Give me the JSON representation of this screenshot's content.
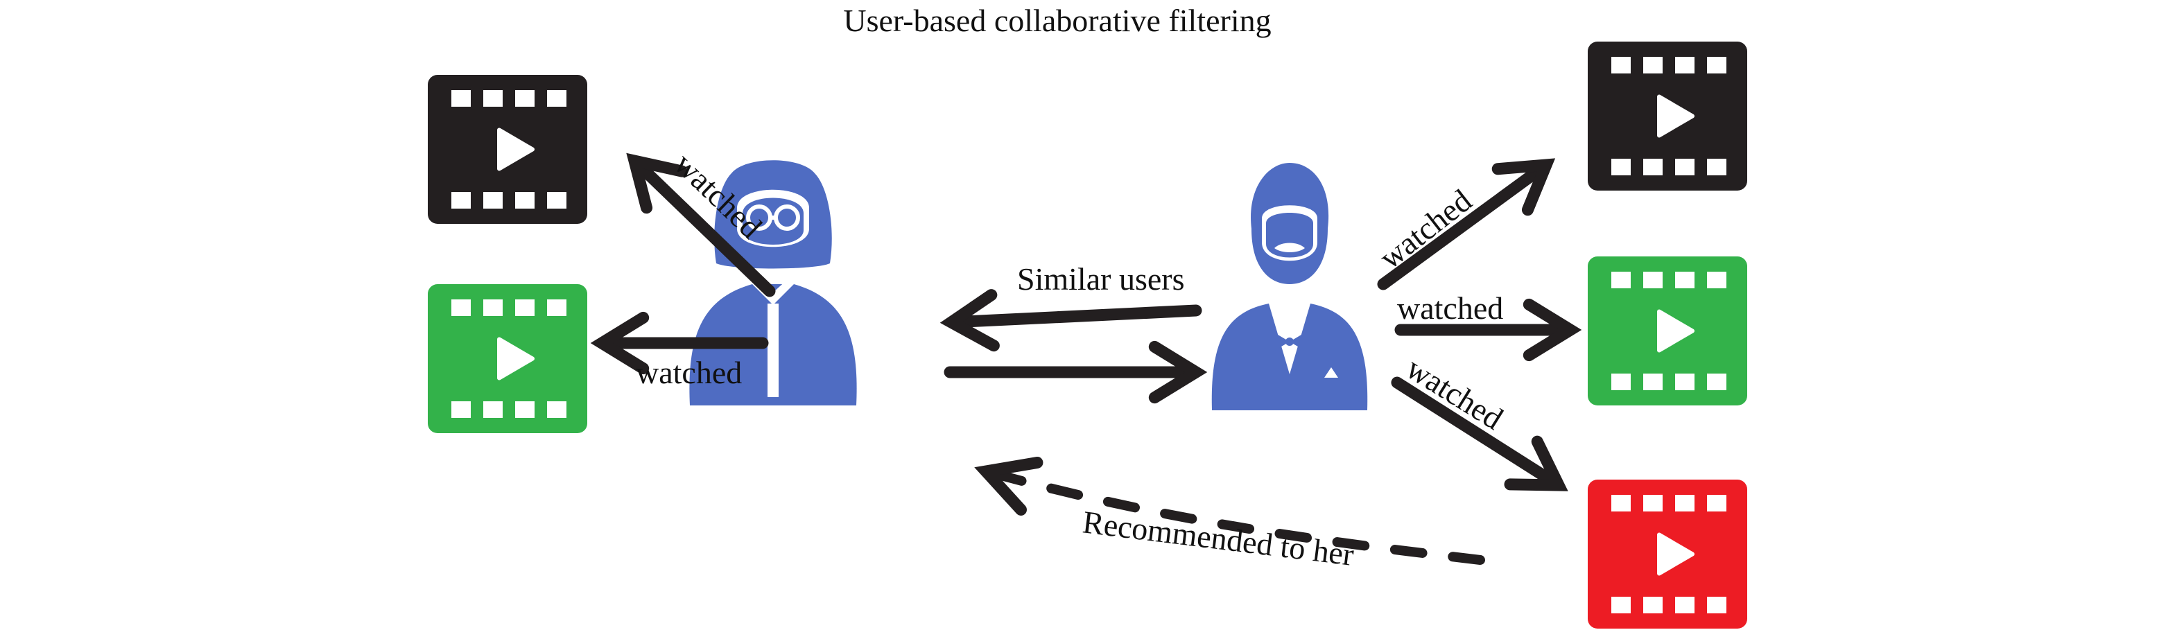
{
  "title": "User-based collaborative filtering",
  "labels": {
    "watched": "watched",
    "similar_users": "Similar users",
    "recommended": "Recommended to her"
  },
  "users": {
    "left": {
      "icon": "woman-user-icon",
      "color": "#4f6cc2"
    },
    "right": {
      "icon": "man-user-icon",
      "color": "#4f6cc2"
    }
  },
  "movies": {
    "left": [
      {
        "icon": "film-icon",
        "color": "#231f20"
      },
      {
        "icon": "film-icon",
        "color": "#33b24a"
      }
    ],
    "right": [
      {
        "icon": "film-icon",
        "color": "#231f20"
      },
      {
        "icon": "film-icon",
        "color": "#33b24a"
      },
      {
        "icon": "film-icon",
        "color": "#ed1c24"
      }
    ]
  },
  "arrow_color": "#231f20"
}
